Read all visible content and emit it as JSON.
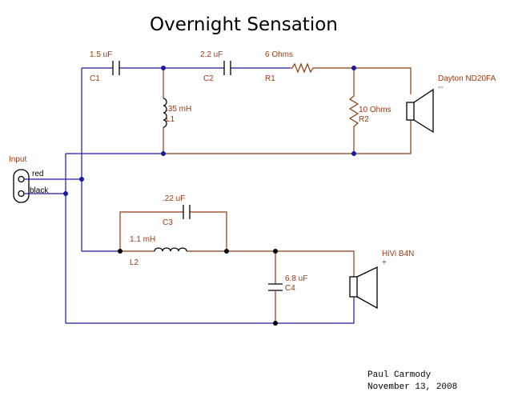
{
  "title": "Overnight Sensation",
  "input": {
    "heading": "Input",
    "red": "red",
    "black": "black"
  },
  "components": {
    "c1": {
      "value": "1.5 uF",
      "ref": "C1"
    },
    "c2": {
      "value": "2.2 uF",
      "ref": "C2"
    },
    "r1": {
      "value": "6 Ohms",
      "ref": "R1"
    },
    "l1": {
      "value": ".35 mH",
      "ref": "L1"
    },
    "r2": {
      "value": "10 Ohms",
      "ref": "R2"
    },
    "c3": {
      "value": ".22 uF",
      "ref": "C3"
    },
    "l2": {
      "value": "1.1 mH",
      "ref": "L2"
    },
    "c4": {
      "value": "6.8 uF",
      "ref": "C4"
    }
  },
  "drivers": {
    "tweeter": {
      "name": "Dayton ND20FA",
      "polarity": "--"
    },
    "woofer": {
      "name": "HiVi B4N",
      "polarity": "+"
    }
  },
  "author": {
    "name": "Paul  Carmody",
    "date": "November 13, 2008"
  },
  "colors": {
    "wire": "#1a1aa0",
    "label": "#9a3a10"
  }
}
